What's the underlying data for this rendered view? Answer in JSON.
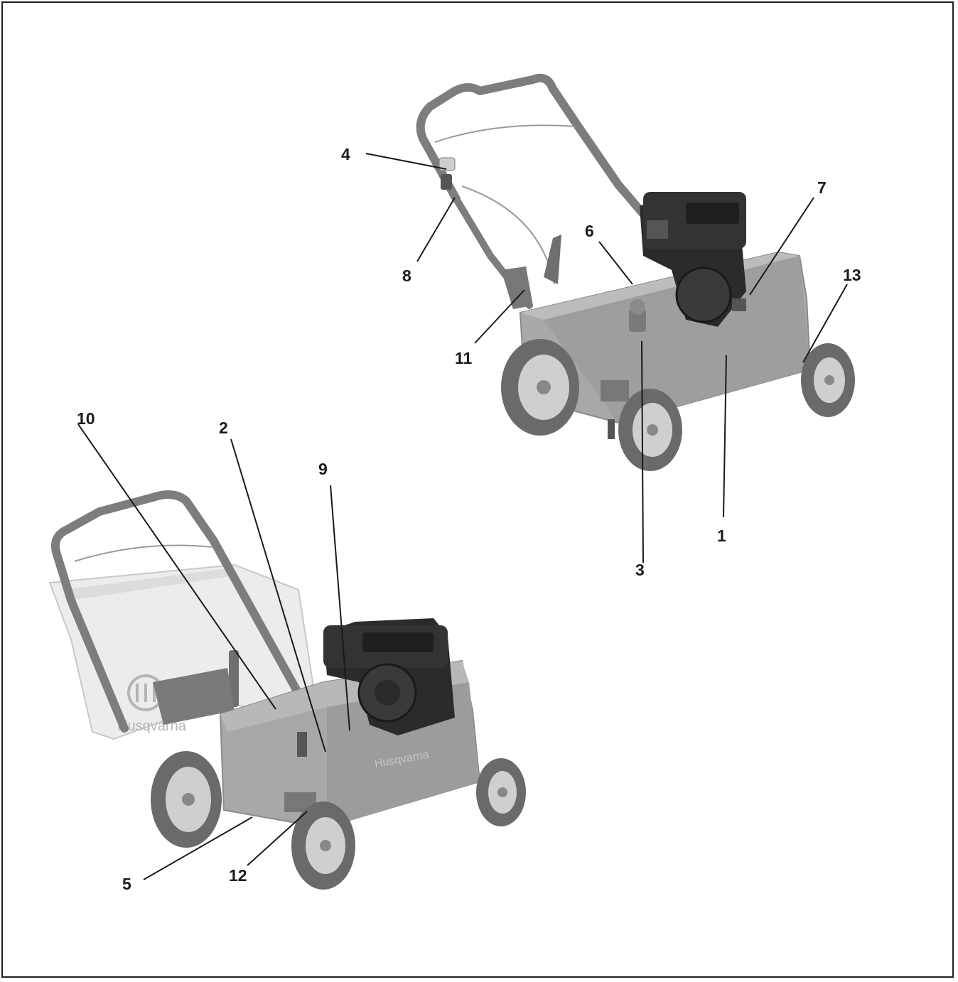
{
  "figure": {
    "callouts": [
      "1",
      "2",
      "3",
      "4",
      "5",
      "6",
      "7",
      "8",
      "9",
      "10",
      "11",
      "12",
      "13"
    ],
    "bag_brand": "Husqvarna",
    "deck_brand": "Husqvarna"
  },
  "colors": {
    "border": "#231f20",
    "deck": "#a8a8a8",
    "deck_dark": "#8a8a8a",
    "engine": "#2b2b2b",
    "handle": "#7d7d7d",
    "bag": "#ececec",
    "tire": "#6a6a6a"
  }
}
